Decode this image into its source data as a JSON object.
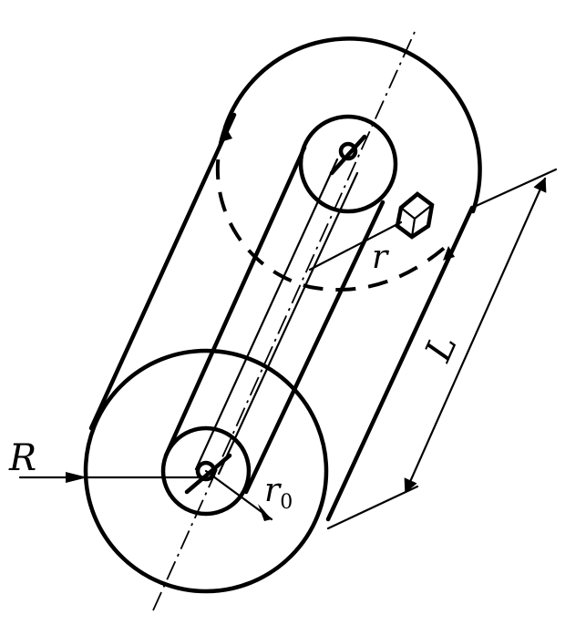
{
  "labels": {
    "R": "R",
    "r": "r",
    "L": "L",
    "r0_base": "r",
    "r0_sub": "0"
  }
}
